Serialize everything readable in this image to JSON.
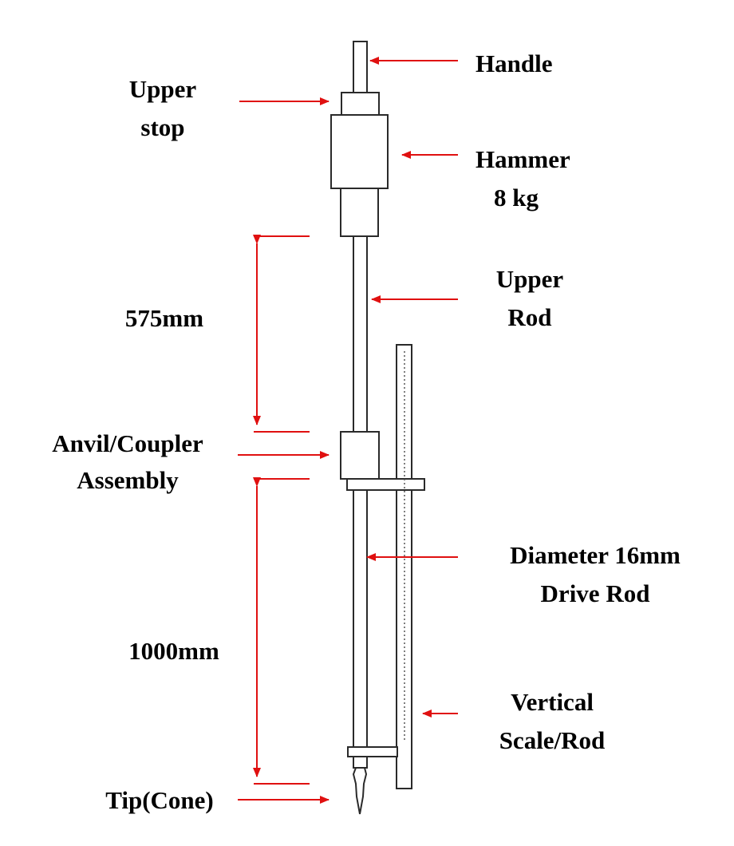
{
  "diagram": {
    "title": "",
    "accent_color": "#e01010",
    "outline_color": "#2a2a2a",
    "labels": {
      "handle": "Handle",
      "upper_stop_line1": "Upper",
      "upper_stop_line2": "stop",
      "hammer_line1": "Hammer",
      "hammer_line2": "8 kg",
      "upper_rod_line1": "Upper",
      "upper_rod_line2": "Rod",
      "anvil_line1": "Anvil/Coupler",
      "anvil_line2": "Assembly",
      "drive_rod_line1": "Diameter 16mm",
      "drive_rod_line2": "Drive Rod",
      "scale_line1": "Vertical",
      "scale_line2": "Scale/Rod",
      "tip": "Tip(Cone)"
    },
    "dimensions": {
      "upper": "575mm",
      "lower": "1000mm"
    }
  }
}
